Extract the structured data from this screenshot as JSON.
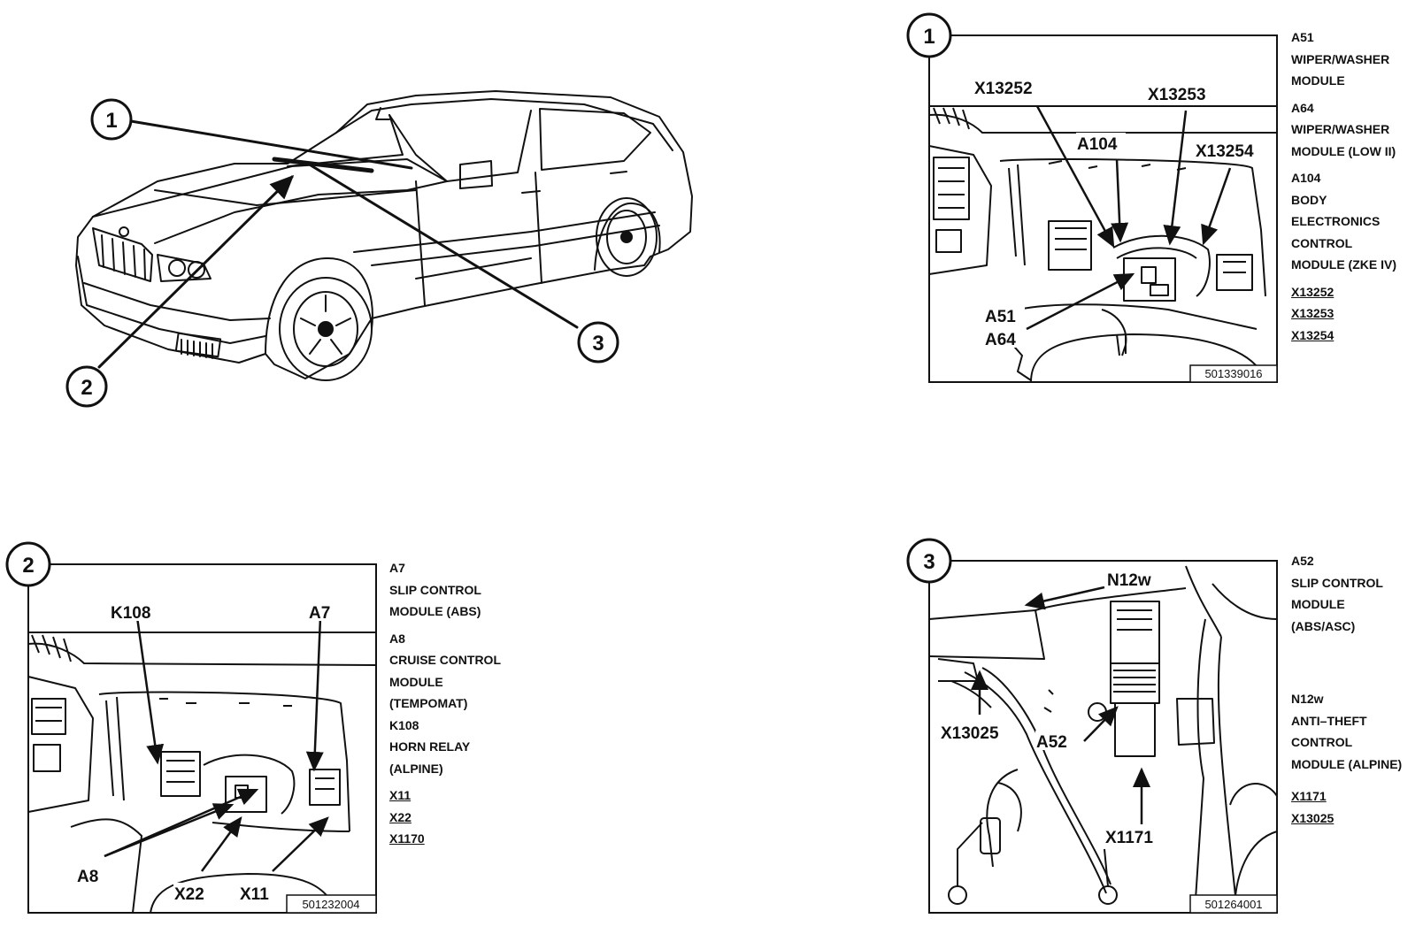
{
  "overview": {
    "callouts": [
      "1",
      "2",
      "3"
    ]
  },
  "panel1": {
    "callout": "1",
    "labels": {
      "x13252": "X13252",
      "x13253": "X13253",
      "a104": "A104",
      "x13254": "X13254",
      "a51": "A51",
      "a64": "A64"
    },
    "code": "501339016",
    "legend": {
      "a51_code": "A51",
      "a51_l1": "WIPER/WASHER",
      "a51_l2": "MODULE",
      "a64_code": "A64",
      "a64_l1": "WIPER/WASHER",
      "a64_l2": "MODULE (LOW II)",
      "a104_code": "A104",
      "a104_l1": "BODY",
      "a104_l2": "ELECTRONICS",
      "a104_l3": "CONTROL",
      "a104_l4": "MODULE (ZKE IV)",
      "c1": "X13252",
      "c2": "X13253",
      "c3": "X13254"
    }
  },
  "panel2": {
    "callout": "2",
    "labels": {
      "k108": "K108",
      "a7": "A7",
      "a8": "A8",
      "x22": "X22",
      "x11": "X11"
    },
    "code": "501232004",
    "legend": {
      "a7_code": "A7",
      "a7_l1": "SLIP CONTROL",
      "a7_l2": "MODULE (ABS)",
      "a8_code": "A8",
      "a8_l1": "CRUISE CONTROL",
      "a8_l2": "MODULE",
      "a8_l3": "(TEMPOMAT)",
      "k108_code": "K108",
      "k108_l1": "HORN RELAY",
      "k108_l2": "(ALPINE)",
      "c1": "X11",
      "c2": "X22",
      "c3": "X1170"
    }
  },
  "panel3": {
    "callout": "3",
    "labels": {
      "n12w": "N12w",
      "x13025": "X13025",
      "a52": "A52",
      "x1171": "X1171"
    },
    "code": "501264001",
    "legend": {
      "a52_code": "A52",
      "a52_l1": "SLIP CONTROL",
      "a52_l2": "MODULE",
      "a52_l3": "(ABS/ASC)",
      "n12w_code": "N12w",
      "n12w_l1": "ANTI–THEFT",
      "n12w_l2": "CONTROL",
      "n12w_l3": "MODULE (ALPINE)",
      "c1": "X1171",
      "c2": "X13025"
    }
  }
}
